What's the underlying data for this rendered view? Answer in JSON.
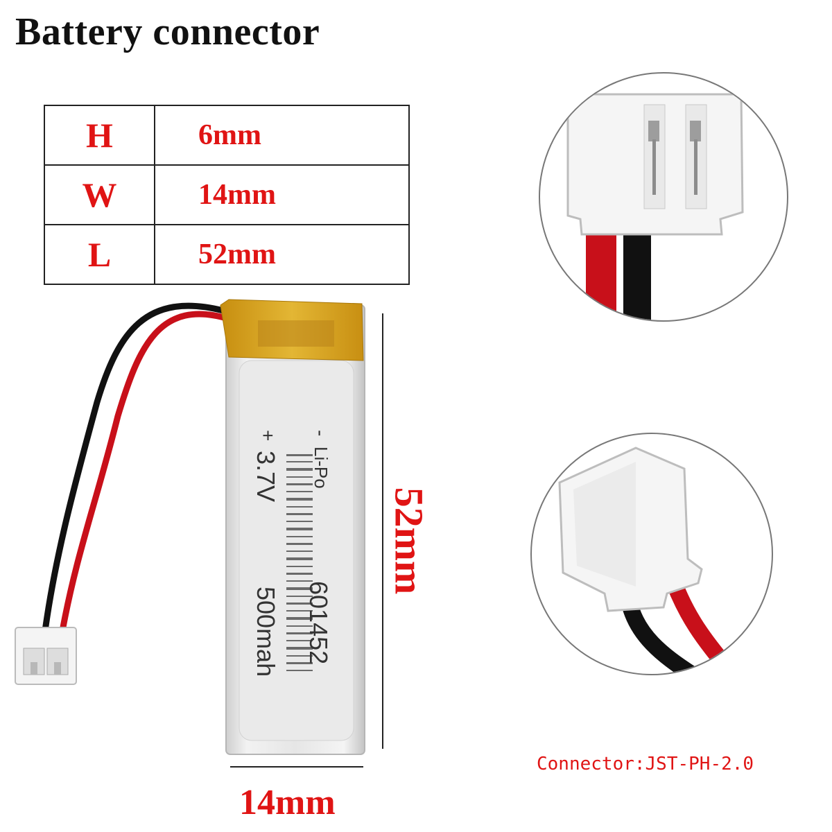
{
  "title": "Battery connector",
  "dimensions_table": [
    {
      "key": "H",
      "value": "6mm"
    },
    {
      "key": "W",
      "value": "14mm"
    },
    {
      "key": "L",
      "value": "52mm"
    }
  ],
  "length_label": "52mm",
  "width_label": "14mm",
  "connector_label": "Connector:JST-PH-2.0",
  "battery": {
    "model": "601452",
    "voltage": "3.7V",
    "capacity": "500mah",
    "plus": "+",
    "minus": "-",
    "chem": "Li-Po"
  },
  "colors": {
    "accent_red": "#e01414",
    "wire_red": "#c8101a",
    "wire_black": "#111111",
    "kapton": "#d9a51c",
    "cell_silver": "#e4e4e4"
  }
}
